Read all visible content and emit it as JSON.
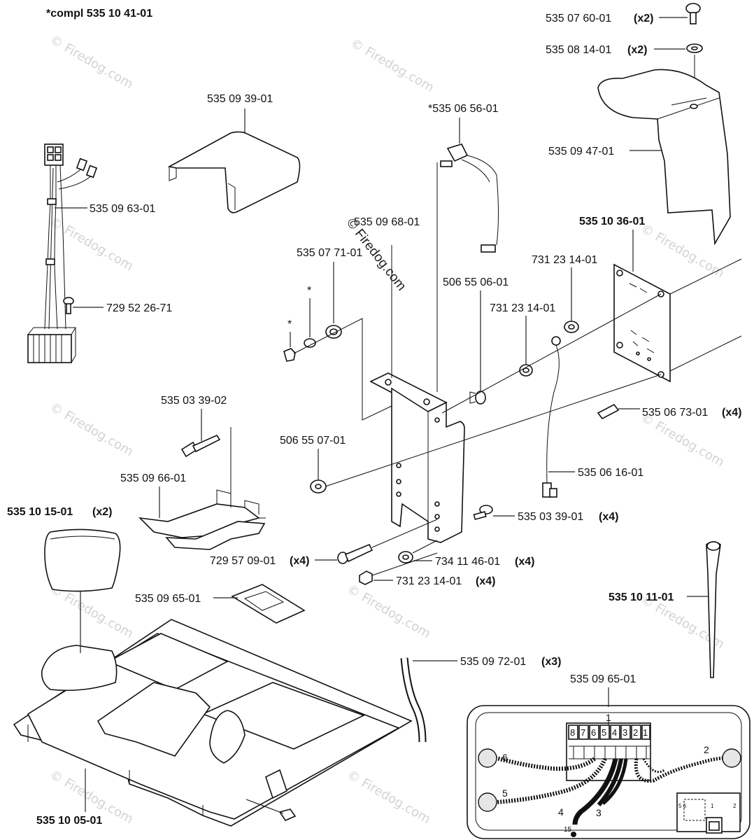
{
  "diagram": {
    "watermark": "© Firedog.com",
    "header_label": "*compl 535 10 41-01",
    "callouts": {
      "screw_top": {
        "part": "535 07 60-01",
        "qty": "(x2)"
      },
      "washer_top": {
        "part": "535 08 14-01",
        "qty": "(x2)"
      },
      "cover_right": {
        "part": "535 09 47-01"
      },
      "cover_top_left": {
        "part": "535 09 39-01"
      },
      "switch": {
        "part": "*535 06 56-01"
      },
      "harness": {
        "part": "535 09 63-01"
      },
      "bracket": {
        "part": "535 09 68-01"
      },
      "board": {
        "part": "535 10 36-01"
      },
      "nut_washer": {
        "part": "535 07 71-01"
      },
      "star1": "*",
      "star2": "*",
      "bushing_a": {
        "part": "506 55 06-01"
      },
      "nut_a": {
        "part": "731 23 14-01"
      },
      "nut_b": {
        "part": "731 23 14-01"
      },
      "screw_small": {
        "part": "729 52 26-71"
      },
      "bolt": {
        "part": "535 03 39-02"
      },
      "standoff": {
        "part": "535 06 73-01",
        "qty": "(x4)"
      },
      "bushing_b": {
        "part": "506 55 07-01"
      },
      "plate": {
        "part": "535 09 66-01"
      },
      "wire": {
        "part": "535 06 16-01"
      },
      "knob": {
        "part": "535 10 15-01",
        "qty": "(x2)"
      },
      "screw_x4": {
        "part": "535 03 39-01",
        "qty": "(x4)"
      },
      "screw_long": {
        "part": "729 57 09-01",
        "qty": "(x4)"
      },
      "washer_x4": {
        "part": "734 11 46-01",
        "qty": "(x4)"
      },
      "nut_x4": {
        "part": "731 23 14-01",
        "qty": "(x4)"
      },
      "clip": {
        "part": "535 09 65-01"
      },
      "key": {
        "part": "535 10 11-01"
      },
      "tube": {
        "part": "535 09 72-01",
        "qty": "(x3)"
      },
      "panel": {
        "part": "535 10 05-01"
      },
      "detail_title": {
        "part": "535 09 65-01"
      }
    },
    "detail_numbers": {
      "terminals": [
        "8",
        "7",
        "6",
        "5",
        "4",
        "3",
        "2",
        "1"
      ],
      "n1": "1",
      "n2": "2",
      "n3": "3",
      "n4": "4",
      "n5": "5",
      "n6": "6",
      "n15": "15",
      "small_a": "5 6",
      "small_b": "1",
      "small_c": "2"
    }
  }
}
